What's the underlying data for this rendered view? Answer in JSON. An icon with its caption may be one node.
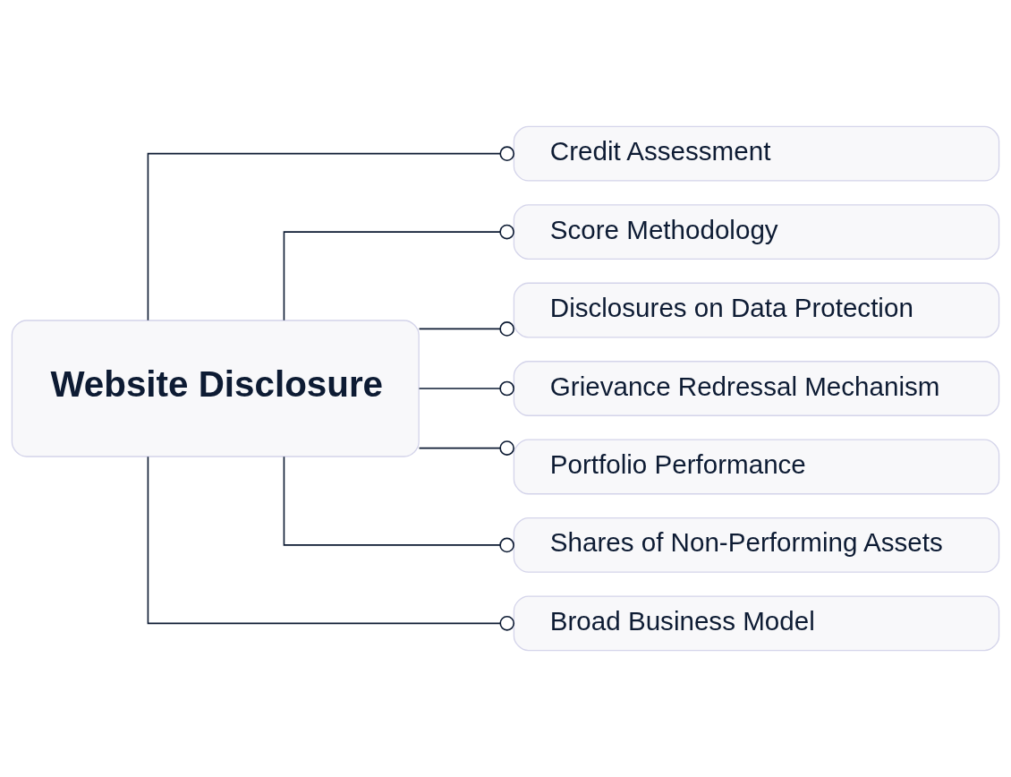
{
  "diagram": {
    "nodes": [
      {
        "text": [
          "Website Disclosure"
        ]
      },
      {
        "text": [
          "Credit Assessment"
        ]
      },
      {
        "text": [
          "Score Methodology"
        ]
      },
      {
        "text": [
          "Disclosures on Data Protection"
        ]
      },
      {
        "text": [
          "Grievance Redressal Mechanism"
        ]
      },
      {
        "text": [
          "Portfolio Performance"
        ]
      },
      {
        "text": [
          "Shares of Non-Performing Assets"
        ]
      },
      {
        "text": [
          "Broad Business Model"
        ]
      }
    ],
    "edges": [
      {
        "from": 0,
        "to": 1,
        "arrow": "other"
      },
      {
        "from": 0,
        "to": 2,
        "arrow": "other"
      },
      {
        "from": 0,
        "to": 3,
        "arrow": "other"
      },
      {
        "from": 0,
        "to": 4,
        "arrow": "other"
      },
      {
        "from": 0,
        "to": 5,
        "arrow": "other"
      },
      {
        "from": 0,
        "to": 6,
        "arrow": "other"
      },
      {
        "from": 0,
        "to": 7,
        "arrow": "other"
      }
    ]
  }
}
